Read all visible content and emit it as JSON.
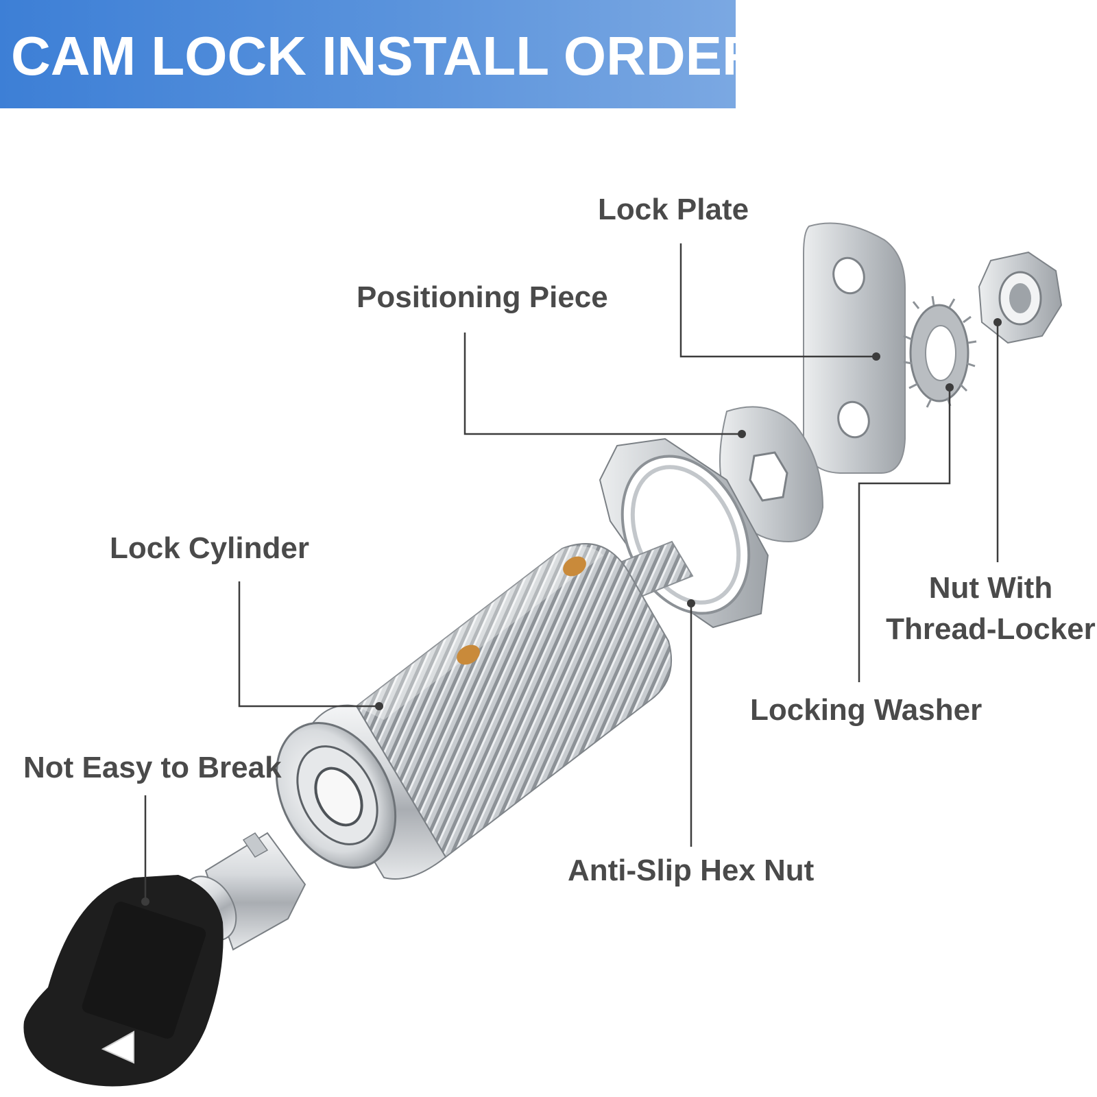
{
  "title": "CAM LOCK INSTALL ORDER",
  "labels": {
    "lock_plate": "Lock Plate",
    "positioning_piece": "Positioning Piece",
    "lock_cylinder": "Lock Cylinder",
    "not_easy_to_break": "Not Easy to Break",
    "nut_with_thread_locker_line1": "Nut With",
    "nut_with_thread_locker_line2": "Thread-Locker",
    "locking_washer": "Locking Washer",
    "anti_slip_hex_nut": "Anti-Slip Hex Nut"
  },
  "colors": {
    "banner": "#4a88da",
    "label_text": "#4a4a4a",
    "leader_line": "#3c3c3c",
    "metal": "#c9ccd0",
    "key_head": "#1e1e1e",
    "pin": "#c98a3a"
  }
}
